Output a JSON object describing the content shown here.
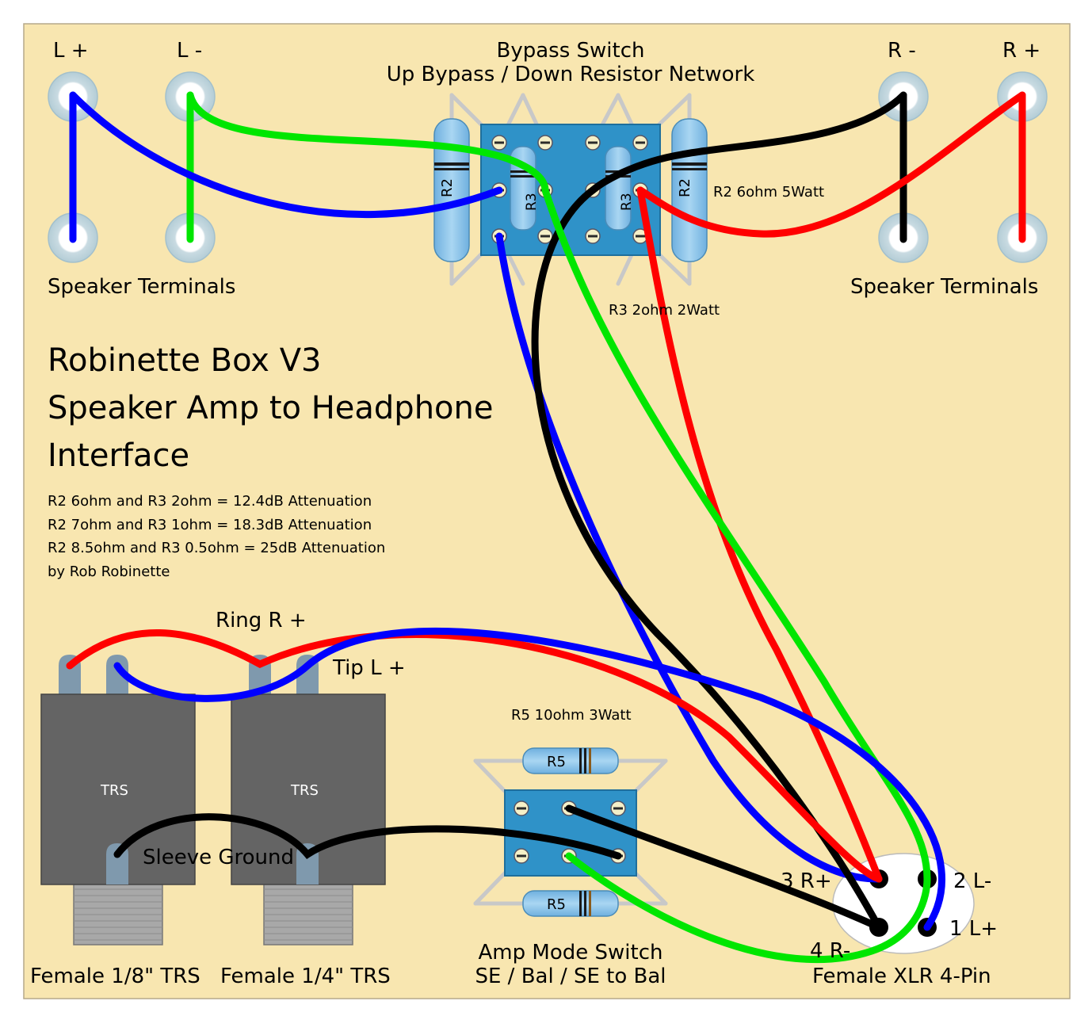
{
  "title_lines": [
    "Robinette Box V3",
    "Speaker Amp to Headphone",
    "Interface"
  ],
  "notes": [
    "R2 6ohm and R3 2ohm = 12.4dB Attenuation",
    "R2 7ohm and R3 1ohm = 18.3dB Attenuation",
    "R2 8.5ohm and R3 0.5ohm = 25dB Attenuation",
    "by Rob Robinette"
  ],
  "terminals": {
    "l_plus": "L +",
    "l_minus": "L -",
    "r_minus": "R -",
    "r_plus": "R +",
    "left_caption": "Speaker Terminals",
    "right_caption": "Speaker Terminals"
  },
  "bypass_switch": {
    "line1": "Bypass Switch",
    "line2": "Up Bypass / Down Resistor Network",
    "r2_note": "R2 6ohm 5Watt",
    "r3_note": "R3 2ohm 2Watt",
    "r2_label": "R2",
    "r3_label": "R3"
  },
  "jacks": {
    "ring_label": "Ring R +",
    "tip_label": "Tip L +",
    "sleeve_label": "Sleeve Ground",
    "body_label": "TRS",
    "jack1_caption": "Female 1/8\" TRS",
    "jack2_caption": "Female 1/4\" TRS"
  },
  "amp_mode_switch": {
    "r5_note": "R5 10ohm 3Watt",
    "r5_label": "R5",
    "line1": "Amp Mode Switch",
    "line2": "SE / Bal / SE to Bal"
  },
  "xlr": {
    "pin3": "3 R+",
    "pin2": "2 L-",
    "pin4": "4 R-",
    "pin1": "1 L+",
    "caption": "Female XLR 4-Pin"
  },
  "colors": {
    "background": "#f8e6b0",
    "wire_blue": "#0000ff",
    "wire_green": "#00e600",
    "wire_red": "#ff0000",
    "wire_black": "#000000",
    "switch_blue": "#2f92c8",
    "resistor_blue": "#8ec7ea",
    "jack_body": "#646464",
    "jack_pin": "#7f99ad"
  }
}
